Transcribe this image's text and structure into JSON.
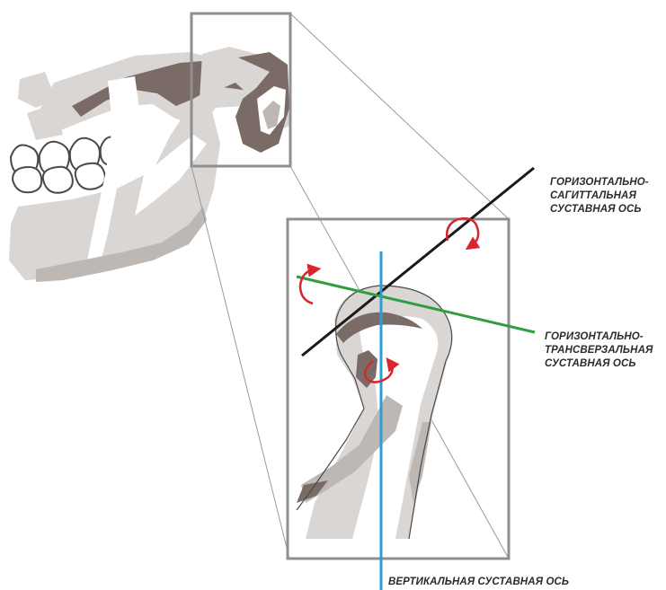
{
  "labels": {
    "sagittal_axis": [
      "ГОРИЗОНТАЛЬНО-",
      "САГИТТАЛЬНАЯ",
      "СУСТАВНАЯ ОСЬ"
    ],
    "transverse_axis": [
      "ГОРИЗОНТАЛЬНО-",
      "ТРАНСВЕРЗАЛЬНАЯ",
      "СУСТАВНАЯ ОСЬ"
    ],
    "vertical_axis": [
      "ВЕРТИКАЛЬНАЯ СУСТАВНАЯ ОСЬ"
    ]
  },
  "colors": {
    "bone_light": "#d9d6d3",
    "bone_dark": "#7b6b66",
    "frame": "#8f8f8f",
    "sagittal_axis": "#1a1a1a",
    "transverse_axis": "#2e9e3e",
    "vertical_axis": "#2a9fd6",
    "rotation_arrow": "#d8262a",
    "label_text": "#2b2b2b"
  },
  "icons": [
    "rotation-arrow-icon"
  ]
}
